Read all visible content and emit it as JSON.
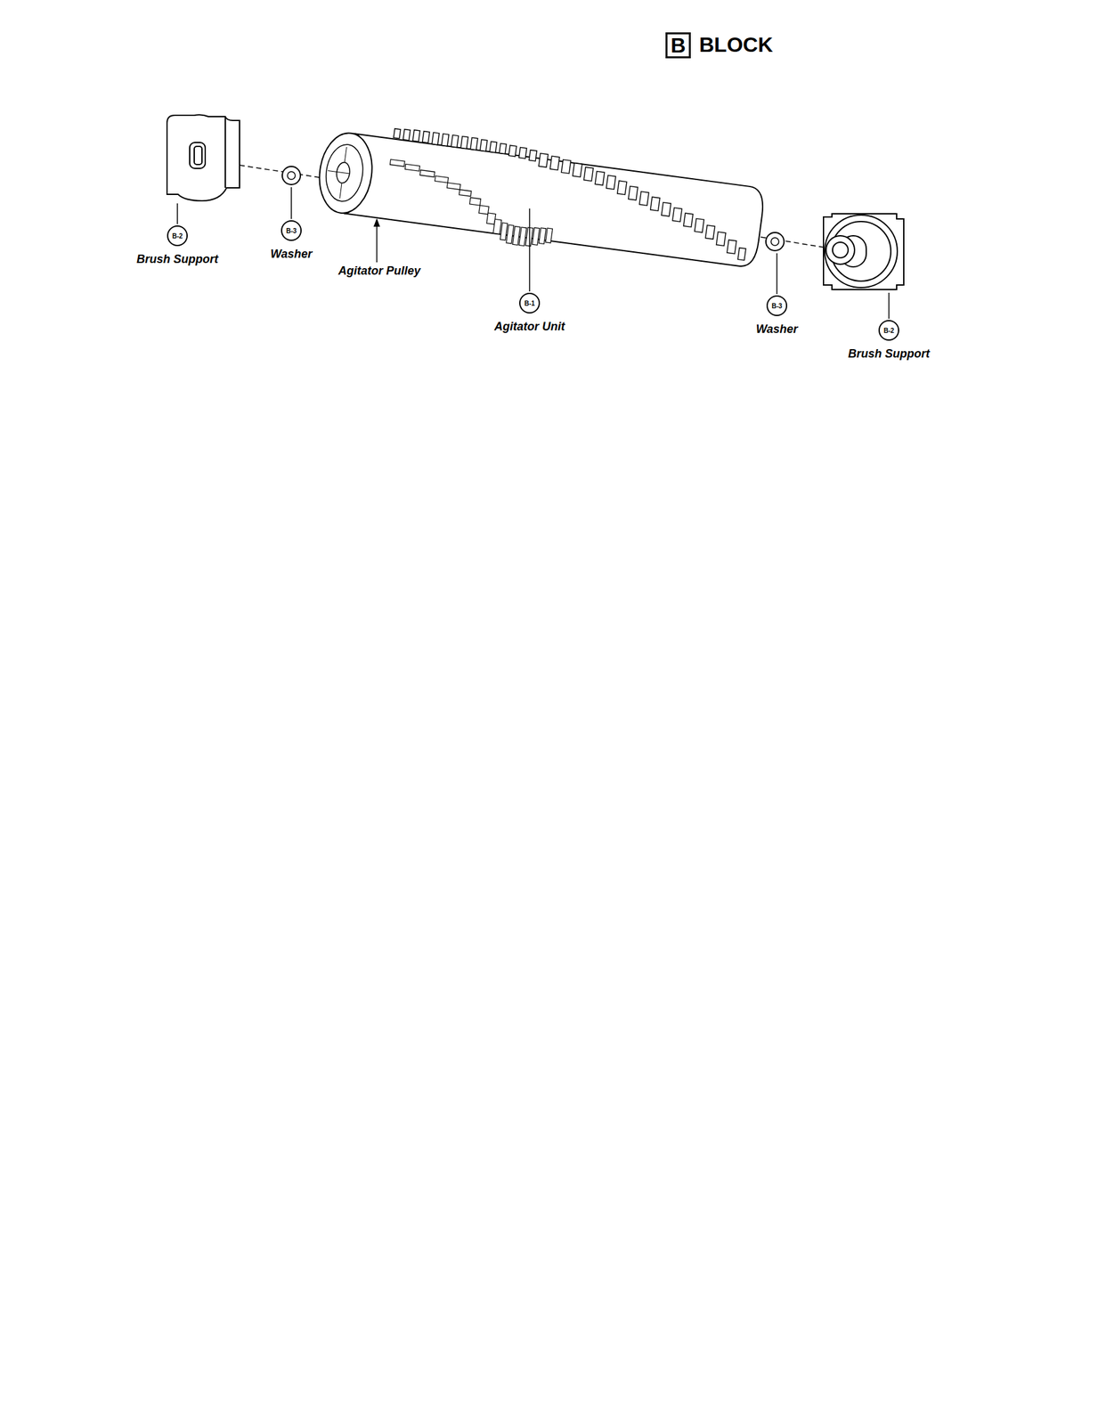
{
  "diagram": {
    "title": "BLOCK",
    "nodes": [
      {
        "text": [
          "B"
        ]
      },
      {
        "text": [
          "B-2",
          "Brush Support"
        ]
      },
      {
        "text": [
          "B-3",
          "Washer"
        ]
      },
      {
        "text": [
          "B-1",
          "Agitator Unit"
        ]
      },
      {
        "text": [
          "B-3",
          "Washer"
        ]
      },
      {
        "text": [
          "B-2",
          "Brush Support"
        ]
      }
    ],
    "labels": [
      "Agitator Pulley"
    ]
  }
}
